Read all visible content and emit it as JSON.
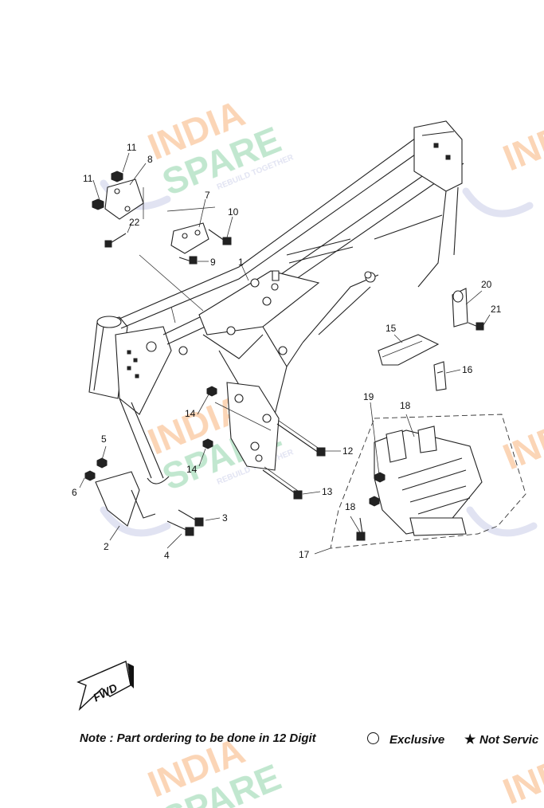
{
  "watermark": {
    "brand_line1": "INDIA",
    "brand_line2": "SPARE",
    "tagline": "REBUILD TOGETHER",
    "color_orange": "#f7b27a",
    "color_green": "#8fd3a8",
    "color_blue": "#c9cde8"
  },
  "callouts": {
    "c1": "1",
    "c2": "2",
    "c3": "3",
    "c4": "4",
    "c5": "5",
    "c6": "6",
    "c7": "7",
    "c8": "8",
    "c9": "9",
    "c10": "10",
    "c11a": "11",
    "c11b": "11",
    "c12": "12",
    "c13": "13",
    "c14a": "14",
    "c14b": "14",
    "c15": "15",
    "c16": "16",
    "c17": "17",
    "c18a": "18",
    "c18b": "18",
    "c19": "19",
    "c20": "20",
    "c21": "21",
    "c22": "22"
  },
  "fwd_arrow": {
    "label": "FWD",
    "icon": "fwd-arrow-icon"
  },
  "footer": {
    "note": "Note : Part ordering to be done in 12 Digit",
    "exclusive_symbol": "circle-icon",
    "exclusive_label": "Exclusive",
    "star_symbol": "★",
    "not_serviceable_label": "Not Servic"
  }
}
